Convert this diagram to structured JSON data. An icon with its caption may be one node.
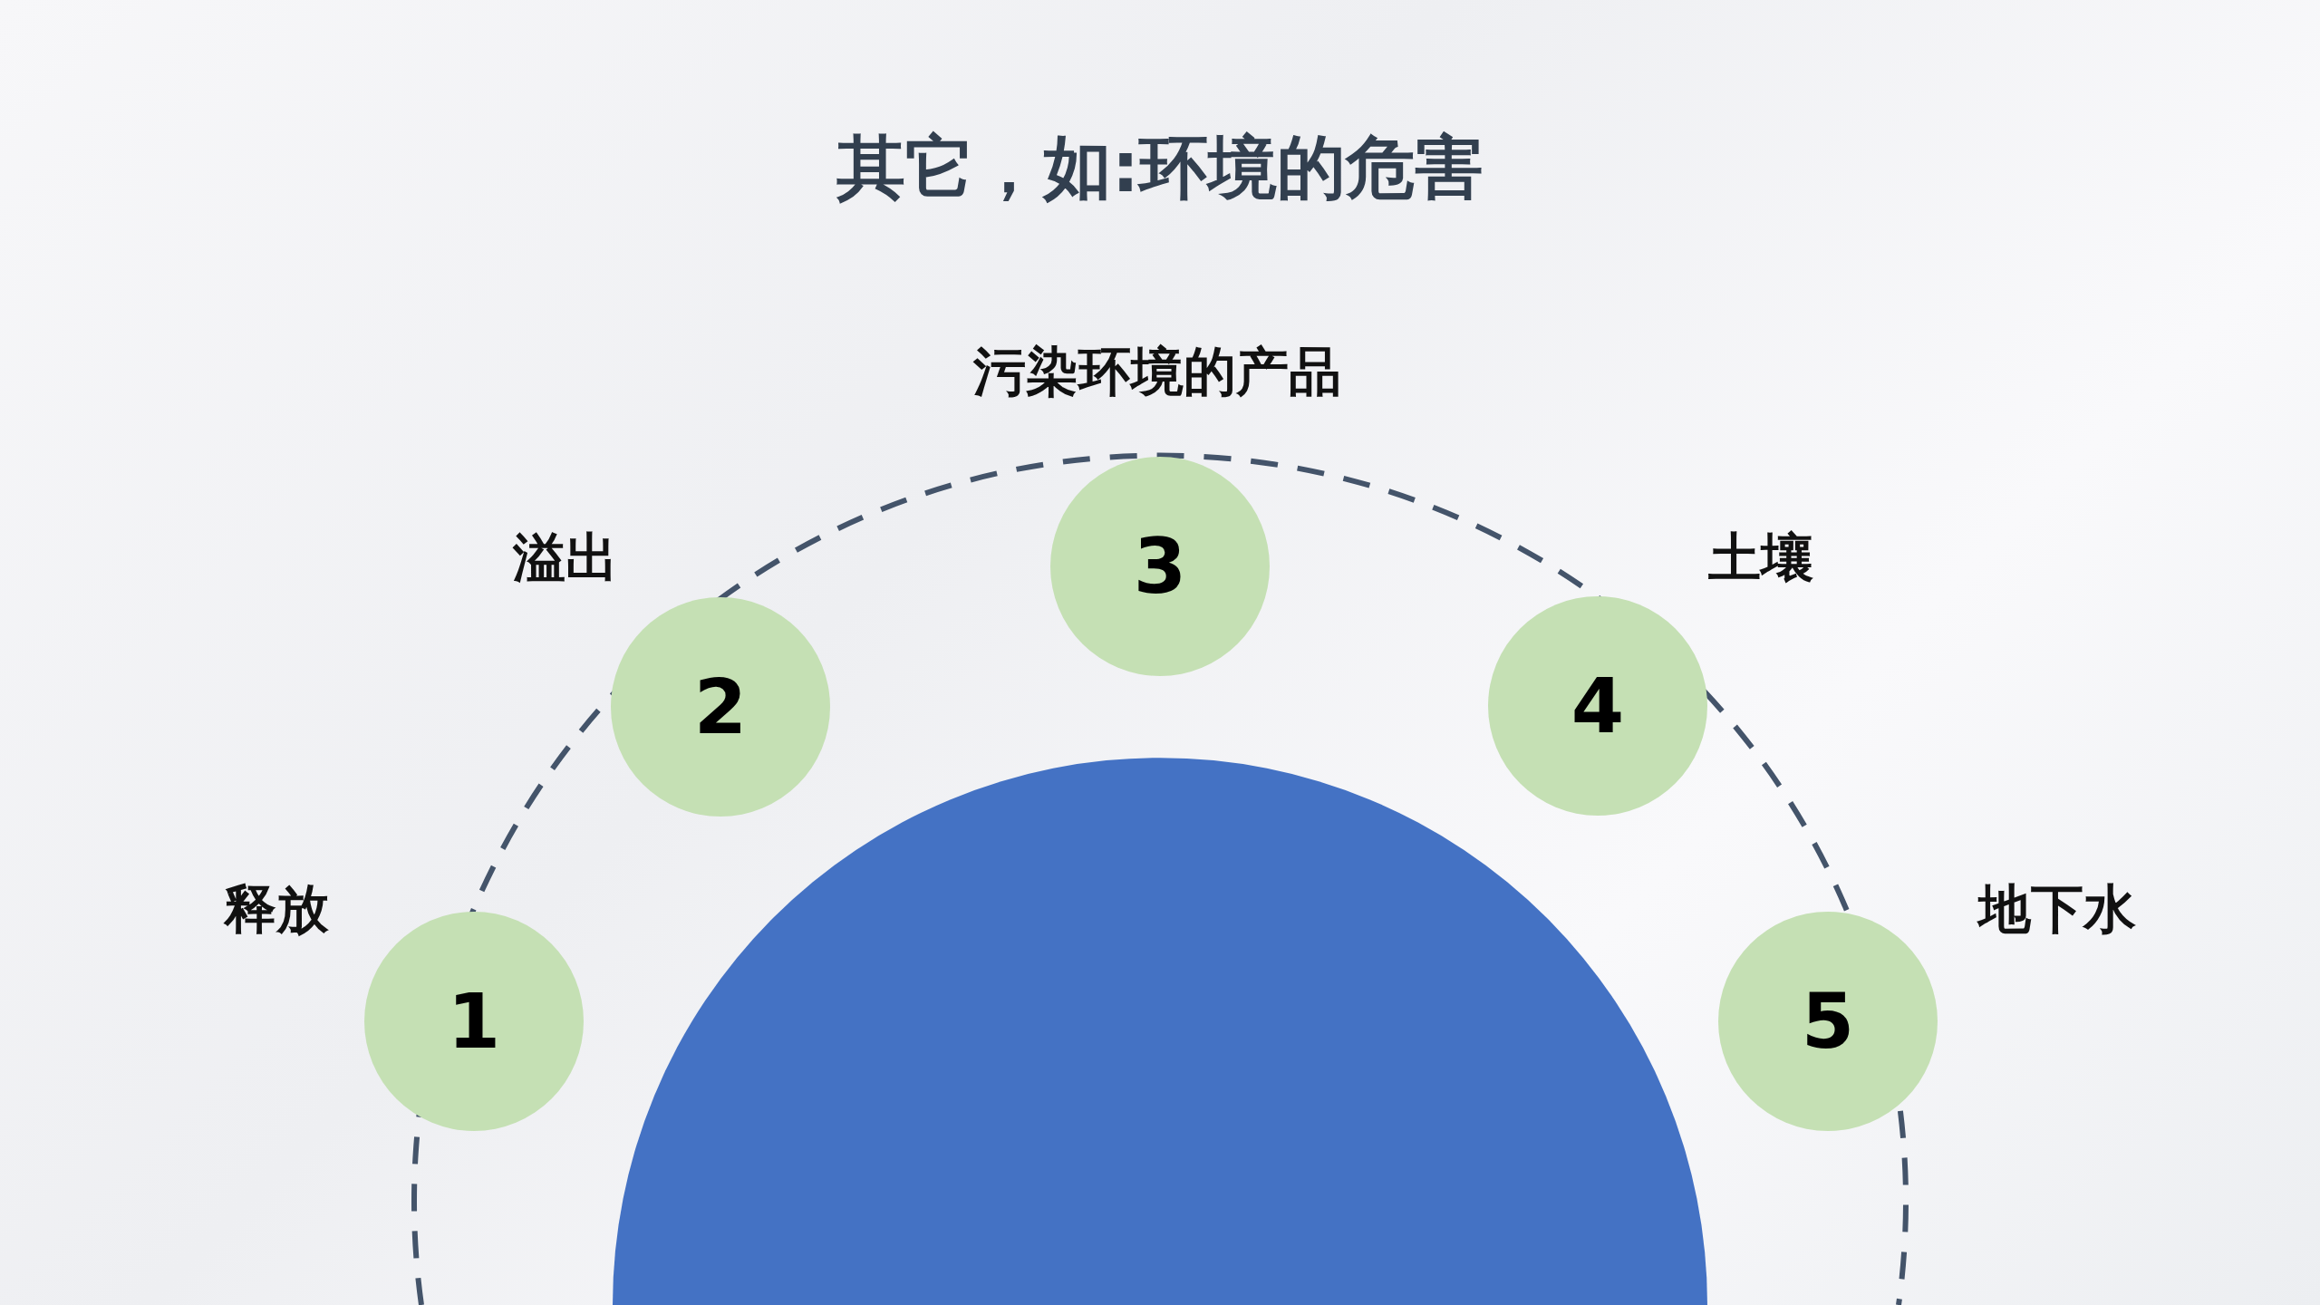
{
  "diagram": {
    "title": "其它，如:环境的危害",
    "nodes": [
      {
        "text": [
          "1"
        ],
        "beside": [
          "释放"
        ]
      },
      {
        "text": [
          "2"
        ],
        "beside": [
          "溢出"
        ]
      },
      {
        "text": [
          "3"
        ],
        "beside": [
          "污染环境的产品"
        ]
      },
      {
        "text": [
          "4"
        ],
        "beside": [
          "土壤"
        ]
      },
      {
        "text": [
          "5"
        ],
        "beside": [
          "地下水"
        ]
      },
      {
        "text": [],
        "shape": "circle"
      }
    ]
  }
}
